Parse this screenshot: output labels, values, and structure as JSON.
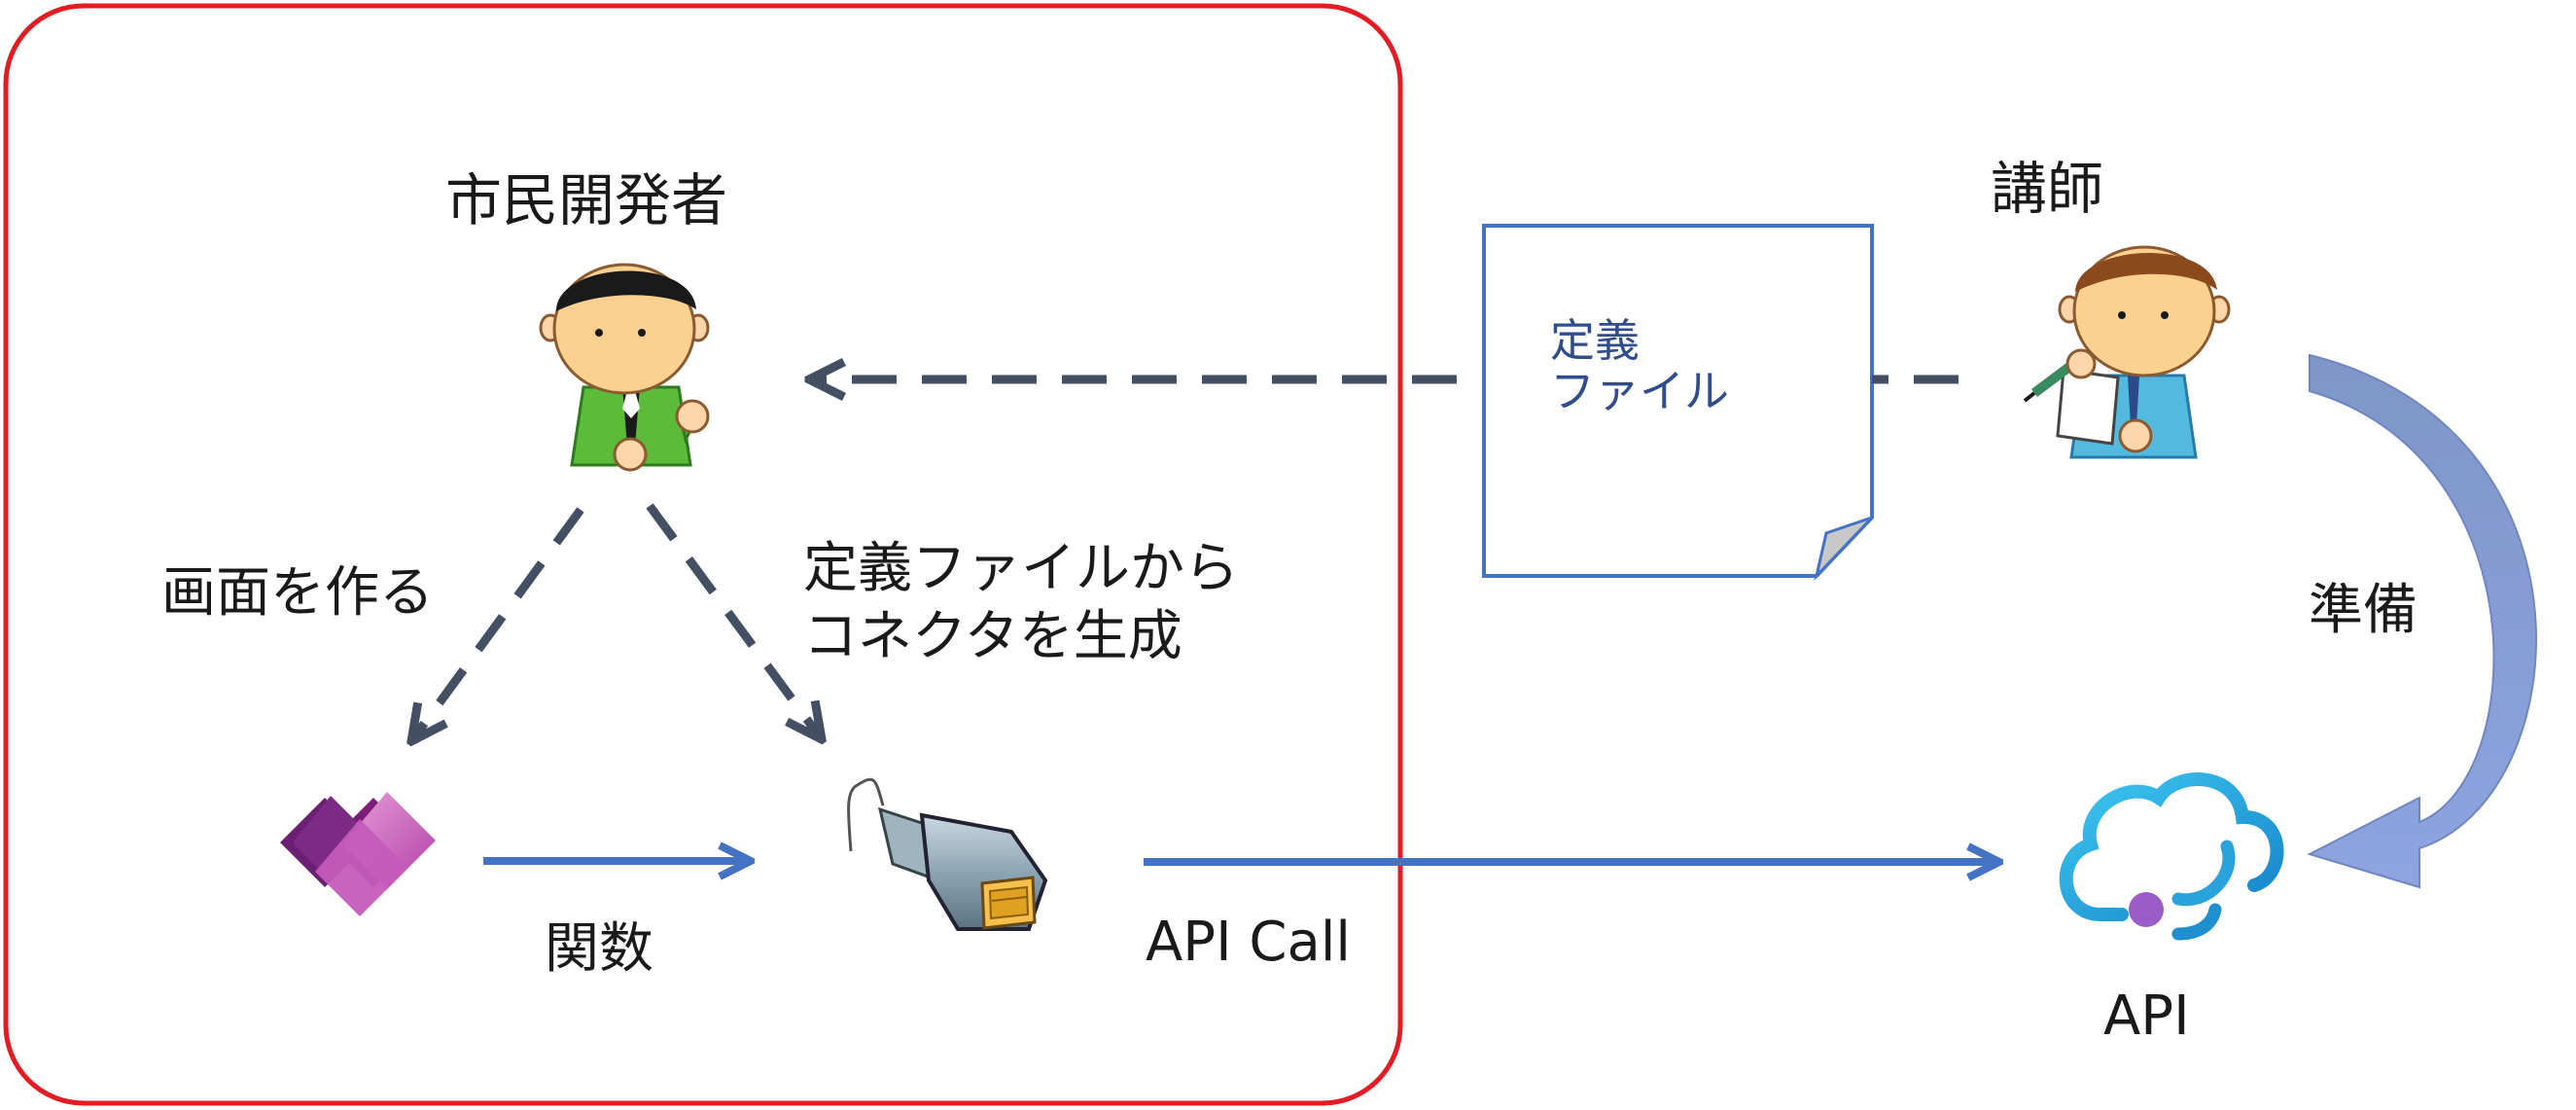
{
  "colors": {
    "frame_red": "#e31c23",
    "dashed_arrow": "#434f62",
    "solid_arrow": "#4472c4",
    "doc_border": "#4472c4",
    "curved_arrow": "#7f96d6"
  },
  "labels": {
    "citizen_dev": "市民開発者",
    "lecturer": "講師",
    "make_screen": "画面を作る",
    "generate_line1": "定義ファイルから",
    "generate_line2": "コネクタを生成",
    "function": "関数",
    "api_call": "API Call",
    "prepare": "準備",
    "api": "API",
    "doc_line1": "定義",
    "doc_line2": "ファイル"
  },
  "icons": {
    "citizen_dev": "person-pointing-icon",
    "lecturer": "person-writing-icon",
    "power_apps": "power-apps-logo-icon",
    "connector": "connector-plug-icon",
    "api": "api-cloud-icon",
    "document": "folded-document-icon"
  }
}
